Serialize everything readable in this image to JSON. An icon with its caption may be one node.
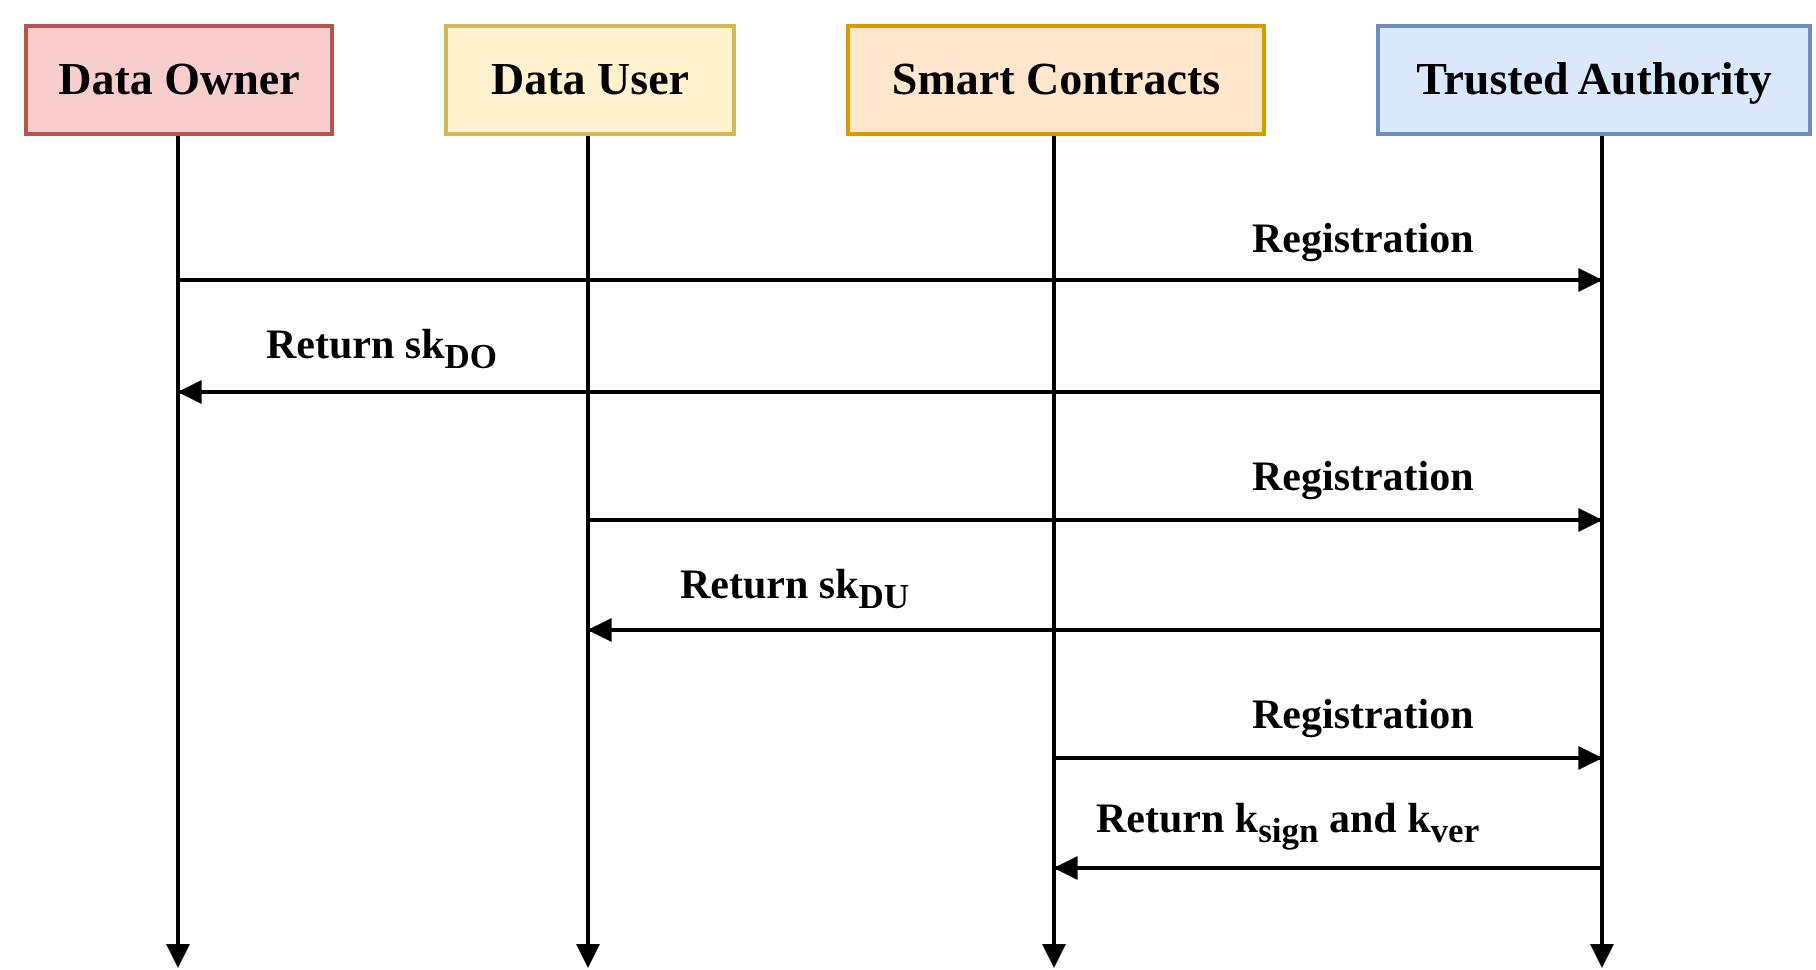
{
  "diagram": {
    "nodes": [
      {
        "text": [
          "Data Owner"
        ]
      },
      {
        "text": [
          "Data User"
        ]
      },
      {
        "text": [
          "Smart Contracts"
        ]
      },
      {
        "text": [
          "Trusted Authority"
        ]
      },
      {
        "text": [],
        "shape": "line"
      },
      {
        "text": [],
        "shape": "line"
      },
      {
        "text": [],
        "shape": "line"
      },
      {
        "text": [],
        "shape": "line"
      }
    ],
    "edges": [
      {
        "from": 4,
        "to": 7,
        "arrow": "to",
        "label": "Registration"
      },
      {
        "from": 7,
        "to": 4,
        "arrow": "to",
        "label": "Return sk$_{DO}$"
      },
      {
        "from": 5,
        "to": 7,
        "arrow": "to",
        "label": "Registration"
      },
      {
        "from": 7,
        "to": 5,
        "arrow": "to",
        "label": "Return sk$_{DU}$"
      },
      {
        "from": 6,
        "to": 7,
        "arrow": "to",
        "label": "Registration"
      },
      {
        "from": 7,
        "to": 6,
        "arrow": "to",
        "label": "Return k$_{sign}$ and k$_{ver}$"
      }
    ]
  }
}
